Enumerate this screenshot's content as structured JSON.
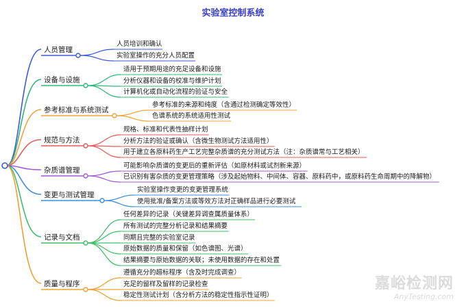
{
  "title": "实验室控制系统",
  "branches": [
    {
      "label": "人员管理",
      "color": "#3b5bd6",
      "items": [
        "人员培训和确认",
        "实验室操作的充分人员配置"
      ]
    },
    {
      "label": "设备与设施",
      "color": "#2fb87a",
      "items": [
        "适用于预期用途的充足设备和设施",
        "分析仪器和设备的校准与维护计划",
        "计算机化或自动化流程的验证与安全"
      ]
    },
    {
      "label": "参考标准与系统测试",
      "color": "#f2a33c",
      "items": [
        "参考标准的来源和纯度（含通过检测确定等效性）",
        "色谱系统的系统适用性测试"
      ]
    },
    {
      "label": "规范与方法",
      "color": "#e65b5b",
      "items": [
        "规格、标准和代表性抽样计划",
        "分析方法的验证或确认（含微生物测试方法适用性）",
        "用于建立各原料药生产工艺完整杂质谱的充分测试方法（注：杂质谱常与工艺相关）"
      ]
    },
    {
      "label": "杂质谱管理",
      "color": "#a35ad6",
      "items": [
        "可能影响杂质谱的变更后的重新评估（如原材料或试剂新来源）",
        "已识别有害杂质的变更管理策略（涉及起始物料、中间体、容器、原料药中，或原料药生命周期中的降解物）"
      ]
    },
    {
      "label": "变更与测试管理",
      "color": "#3e8fd8",
      "items": [
        "实验室操作变更的变更管理系统",
        "使用批准/备案方法或等效方法对正确样品进行必要测试"
      ]
    },
    {
      "label": "记录与文档",
      "color": "#3fbf6a",
      "items": [
        "任何差异的记录（关键差异调查属质量体系）",
        "所有测试的完整分析记录和结果摘要",
        "同期且完整的实验室记录",
        "原始数据的质量和保留（如色谱图、光谱）",
        "结果摘要与原始数据的关联；未使用数据的存在和处置"
      ]
    },
    {
      "label": "质量与程序",
      "color": "#f0a030",
      "items": [
        "遵循充分的超标程序（含及时完成调查）",
        "充足的留样及留样的记录检查",
        "稳定性测试计划（含分析方法的稳定性指示性证明）"
      ]
    }
  ],
  "watermark": {
    "cn": "嘉峪检测网",
    "en": "AnyTesting.com"
  }
}
